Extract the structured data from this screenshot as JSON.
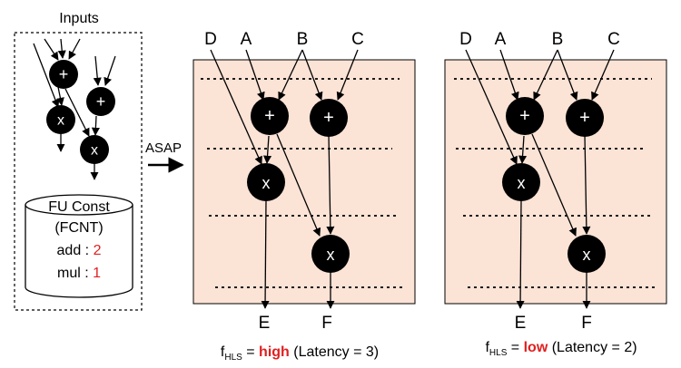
{
  "left": {
    "title": "Inputs",
    "fu_title": "FU Const",
    "fu_subtitle": "(FCNT)",
    "add_label": "add : ",
    "add_value": "2",
    "mul_label": "mul : ",
    "mul_value": "1",
    "ops": {
      "plus": "+",
      "mul": "x"
    }
  },
  "arrow_label": "ASAP",
  "panel1": {
    "inputs": [
      "D",
      "A",
      "B",
      "C"
    ],
    "outputs": [
      "E",
      "F"
    ],
    "ops": {
      "plus": "+",
      "mul": "x"
    },
    "caption": {
      "f": "f",
      "sub": "HLS",
      "eq": " = ",
      "value": "high",
      "latency": " (Latency = 3)"
    }
  },
  "panel2": {
    "inputs": [
      "D",
      "A",
      "B",
      "C"
    ],
    "outputs": [
      "E",
      "F"
    ],
    "ops": {
      "plus": "+",
      "mul": "x"
    },
    "caption": {
      "f": "f",
      "sub": "HLS",
      "eq": " = ",
      "value": "low",
      "latency": " (Latency = 2)"
    }
  }
}
